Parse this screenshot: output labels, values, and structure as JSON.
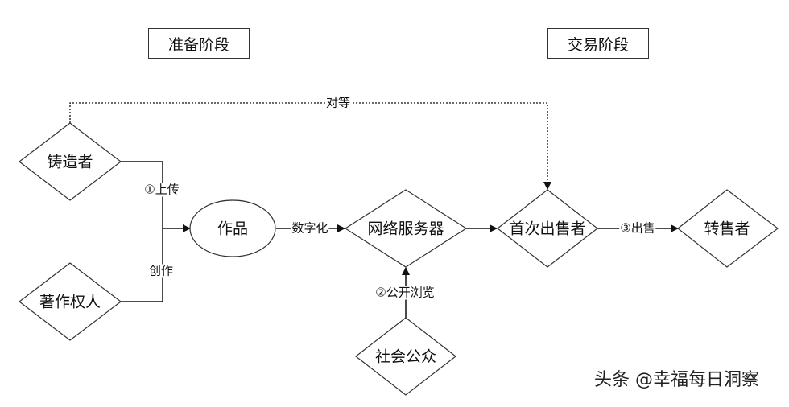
{
  "stages": {
    "prep": "准备阶段",
    "trade": "交易阶段"
  },
  "nodes": {
    "minter": "铸造者",
    "copyright_holder": "著作权人",
    "work": "作品",
    "network_server": "网络服务器",
    "first_seller": "首次出售者",
    "reseller": "转售者",
    "public": "社会公众"
  },
  "edges": {
    "peer": "对等",
    "upload": "①上传",
    "create": "创作",
    "digitize": "数字化",
    "browse": "②公开浏览",
    "sell": "③出售"
  },
  "watermark": "头条 @幸福每日洞察"
}
